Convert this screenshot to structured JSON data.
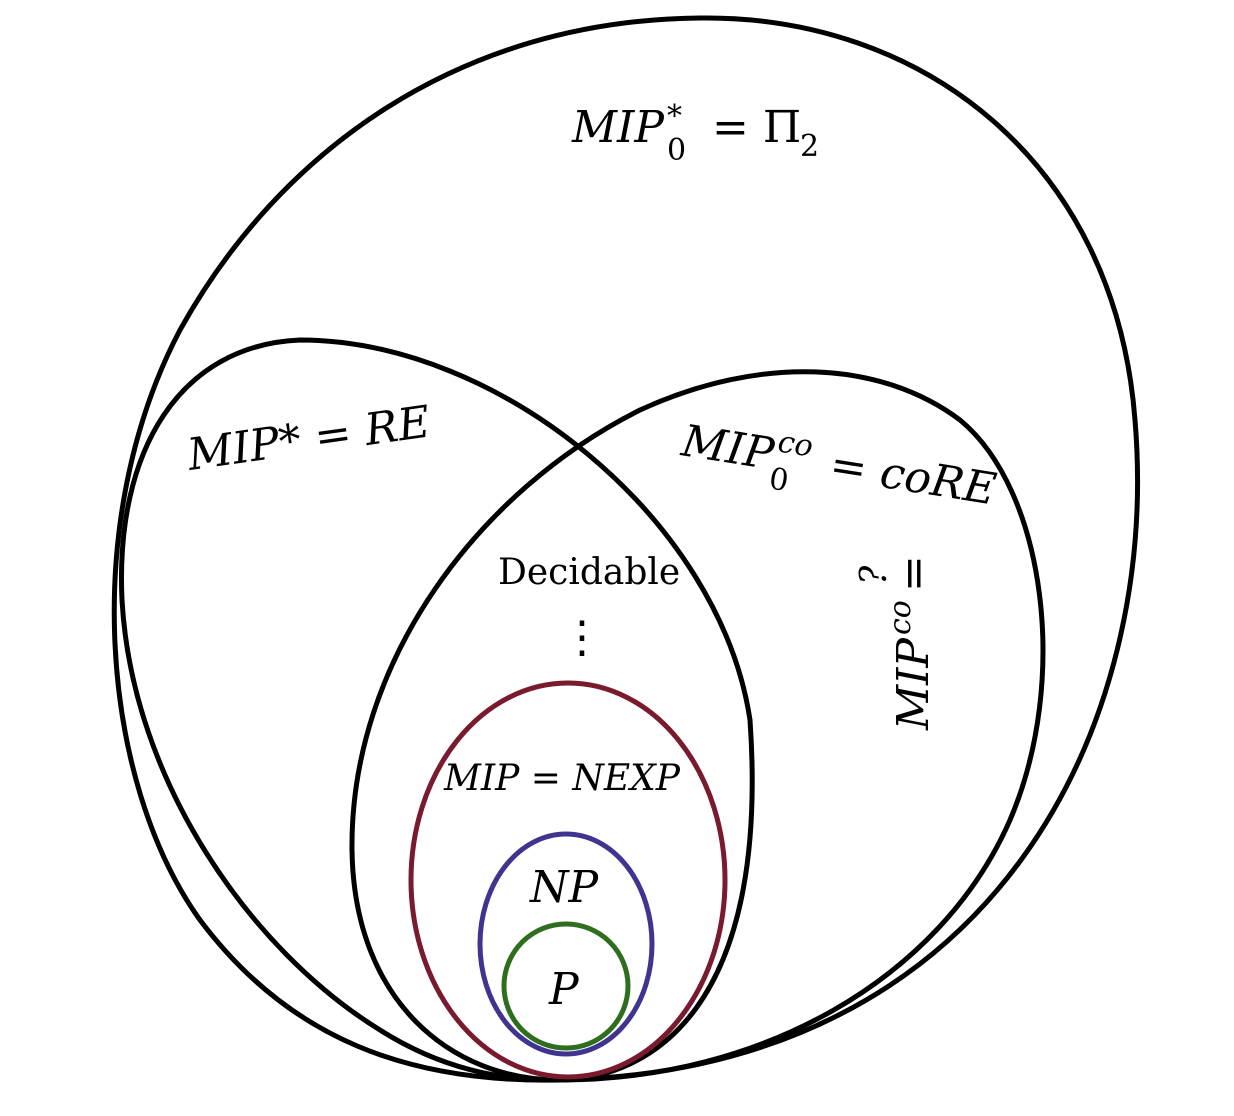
{
  "diagram": {
    "colors": {
      "outline": "#000000",
      "mip": "#7a1a2e",
      "np": "#3f3590",
      "p": "#2f6e1f",
      "question": "#7a1a2e"
    },
    "labels": {
      "mip0star": {
        "main": "MIP",
        "sup": "*",
        "sub": "0",
        "eq": "= Π",
        "eqsub": "2"
      },
      "mipstar": {
        "text": "MIP* = RE"
      },
      "mip0co": {
        "main": "MIP",
        "sup": "co",
        "sub": "0",
        "rest": "= coRE"
      },
      "mipco": {
        "main": "MIP",
        "sup": "co",
        "eq": "=",
        "q": "?"
      },
      "decidable": {
        "text": "Decidable"
      },
      "dots": {
        "text": "⋮"
      },
      "mip": {
        "text": "MIP = NEXP"
      },
      "np": {
        "text": "NP"
      },
      "p": {
        "text": "P"
      }
    }
  }
}
